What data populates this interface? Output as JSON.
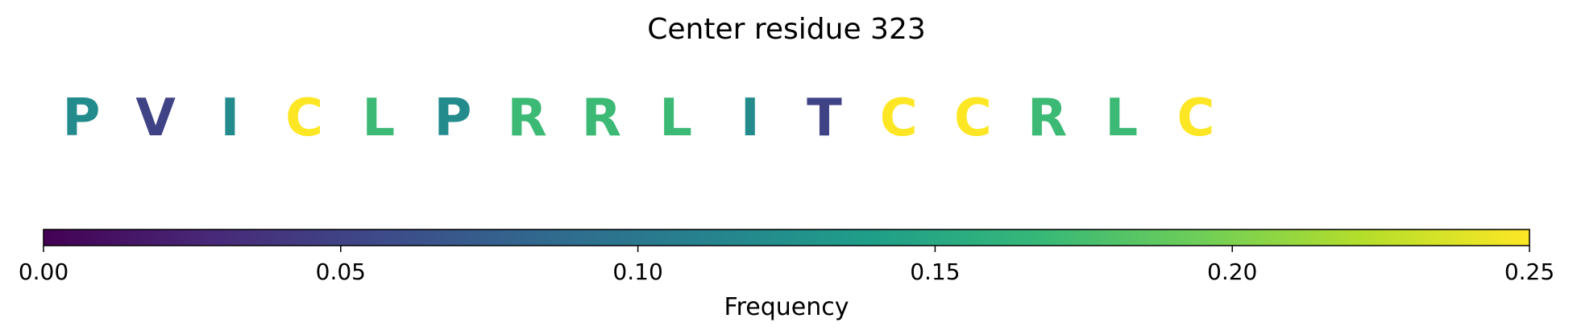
{
  "chart_data": {
    "type": "sequence-colorbar",
    "title": "Center residue 323",
    "residues": [
      {
        "letter": "P",
        "freq": 0.12
      },
      {
        "letter": "V",
        "freq": 0.05
      },
      {
        "letter": "I",
        "freq": 0.12
      },
      {
        "letter": "C",
        "freq": 0.25
      },
      {
        "letter": "L",
        "freq": 0.17
      },
      {
        "letter": "P",
        "freq": 0.12
      },
      {
        "letter": "R",
        "freq": 0.17
      },
      {
        "letter": "R",
        "freq": 0.17
      },
      {
        "letter": "L",
        "freq": 0.17
      },
      {
        "letter": "I",
        "freq": 0.12
      },
      {
        "letter": "T",
        "freq": 0.05
      },
      {
        "letter": "C",
        "freq": 0.25
      },
      {
        "letter": "C",
        "freq": 0.25
      },
      {
        "letter": "R",
        "freq": 0.17
      },
      {
        "letter": "L",
        "freq": 0.17
      },
      {
        "letter": "C",
        "freq": 0.25
      }
    ],
    "colorbar": {
      "label": "Frequency",
      "range": [
        0.0,
        0.25
      ],
      "ticks": [
        0.0,
        0.05,
        0.1,
        0.15,
        0.2,
        0.25
      ],
      "tick_labels": [
        "0.00",
        "0.05",
        "0.10",
        "0.15",
        "0.20",
        "0.25"
      ],
      "colormap": "viridis",
      "colormap_stops": [
        "#440154",
        "#482878",
        "#3e4989",
        "#31688e",
        "#26828e",
        "#1f9e89",
        "#35b779",
        "#6ece58",
        "#b5de2b",
        "#fde725"
      ]
    }
  }
}
